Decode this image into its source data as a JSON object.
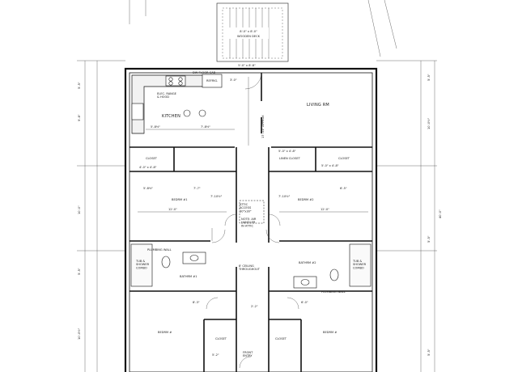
{
  "rooms": {
    "deck": "WOODEN DECK",
    "living": "LIVING RM",
    "kitchen": "KITCHEN",
    "range": "ELEC. RANGE\n& HOOD",
    "refrig": "REFRIG.",
    "dw_note": "DW FLOOR CAB",
    "closet_l": "CLOSET",
    "closet_r": "CLOSET",
    "linen": "LINEN CLOSET",
    "bedrm2_left": "BEDRM #1",
    "bedrm2_right": "BEDRM #2",
    "bath_left": "BATHRM #1",
    "bath_right": "BATHRM #2",
    "plumb_left": "PLUMBING WALL",
    "plumb_right": "PLUMBING WALL",
    "tub_left": "TUB &\nSHOWER\nCOMBO",
    "tub_right": "TUB &\nSHOWER\nCOMBO",
    "ceiling": "8' CEILING\nTHROUGHOUT",
    "attic": "ATTIC\nACCESS\n30\"x30\"",
    "air": "NOTE: AIR\nHANDLER\nIN ATTIC",
    "bedrm_bl": "BEDRM #",
    "bedrm_br": "BEDRM #",
    "closet_bl": "CLOSET",
    "closet_br": "CLOSET",
    "front_entry": "FRONT\nENTRY"
  },
  "dims": {
    "deck_size": "8'-0\" x 8'-0\"",
    "stair": "5'-0\" x 8'-8\"",
    "approx": "17'-11\" APPROX",
    "kitchen_w1": "5'-8½\"",
    "kitchen_w2": "7'-8½\"",
    "closet_l": "4'-0\" x 4'-8\"",
    "closet_r": "5'-0\" x 4'-8\"",
    "linen": "5'-0\" x 4'-8\"",
    "bed_l_w": "12'-0\"",
    "bed_r_w": "12'-0\"",
    "bed_l_1": "5'-8½\"",
    "bed_l_2": "7'-7\"",
    "bed_l_3": "7'-10½\"",
    "bed_r_1": "7'-10½\"",
    "bed_r_2": "6'-5\"",
    "left_top": "5'-5\"",
    "left_mid": "9'-8\"",
    "left_bot": "10'-0\"",
    "left_b2": "5'-5\"",
    "left_b3": "10'-0½\"",
    "right_top": "5'-5\"",
    "right_mid": "40'-0\"",
    "right_b1": "10'-0½\"",
    "right_b2": "5'-5\"",
    "right_b3": "5'-5\"",
    "hall": "3'-0\"",
    "hall_b": "2'-2\"",
    "bed_b1": "8'-3\"",
    "bed_b2": "6'-0\"",
    "closet_b": "5'-2\""
  }
}
